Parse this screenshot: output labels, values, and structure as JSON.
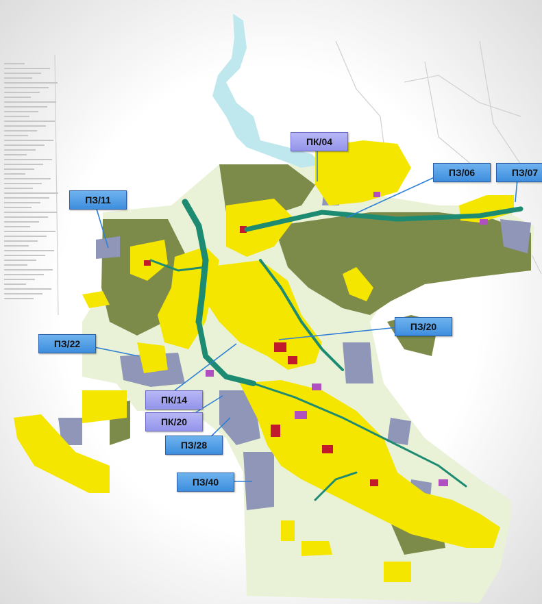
{
  "map": {
    "colors": {
      "residential": "#f5e600",
      "agricultural": "#7c8a4a",
      "public": "#8f96b8",
      "green": "#1d8a72",
      "water": "#bfe8ee",
      "open_land": "#e9f2d6",
      "commercial": "#c01a2c",
      "industrial": "#b04fc0",
      "leader": "#2e7fd6"
    },
    "labels": [
      {
        "id": "pk04",
        "text": "ПК/04",
        "style": "violet"
      },
      {
        "id": "pz06",
        "text": "ПЗ/06",
        "style": "blue"
      },
      {
        "id": "pz07",
        "text": "ПЗ/07",
        "style": "blue"
      },
      {
        "id": "pz11",
        "text": "ПЗ/11",
        "style": "blue"
      },
      {
        "id": "pz20",
        "text": "ПЗ/20",
        "style": "blue"
      },
      {
        "id": "pz22",
        "text": "ПЗ/22",
        "style": "blue"
      },
      {
        "id": "pk14",
        "text": "ПК/14",
        "style": "violet"
      },
      {
        "id": "pk20",
        "text": "ПК/20",
        "style": "violet"
      },
      {
        "id": "pz28",
        "text": "ПЗ/28",
        "style": "blue"
      },
      {
        "id": "pz40",
        "text": "ПЗ/40",
        "style": "blue"
      }
    ]
  }
}
